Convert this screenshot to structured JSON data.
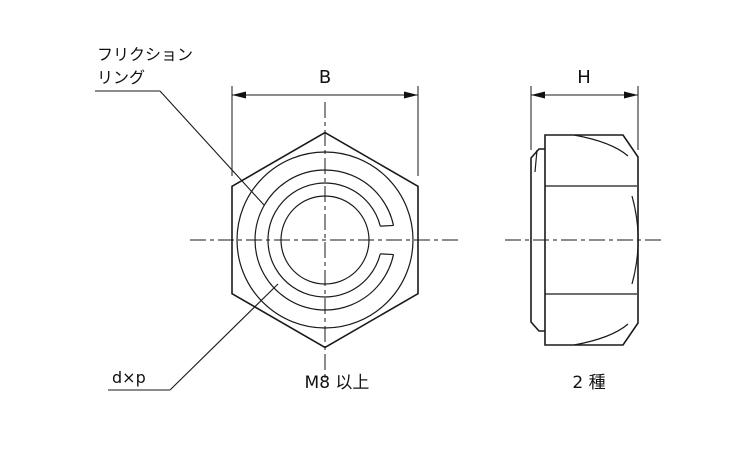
{
  "drawing": {
    "front_view": {
      "caption": "M8 以上",
      "width_dim_label": "B",
      "friction_ring_label": [
        "フリクション",
        "リング"
      ],
      "thread_label": "d×p"
    },
    "side_view": {
      "caption": "2 種",
      "height_dim_label": "H"
    }
  },
  "colors": {
    "line": "#1a1a1a",
    "background": "#ffffff"
  }
}
